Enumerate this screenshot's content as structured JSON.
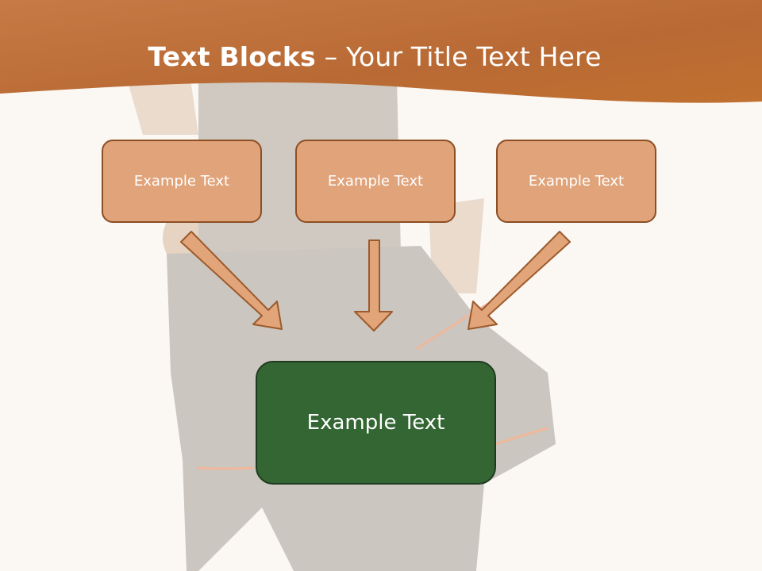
{
  "title": {
    "bold": "Text Blocks",
    "rest": " – Your Title Text Here"
  },
  "blocks": [
    {
      "label": "Example Text"
    },
    {
      "label": "Example Text"
    },
    {
      "label": "Example Text"
    }
  ],
  "result": {
    "label": "Example Text"
  },
  "colors": {
    "header": "#c16d32",
    "small_fill": "#e0a37a",
    "small_border": "#8c4f24",
    "result_fill": "#336633",
    "arrow_fill": "#e2a57a",
    "arrow_stroke": "#9c5a2c"
  }
}
